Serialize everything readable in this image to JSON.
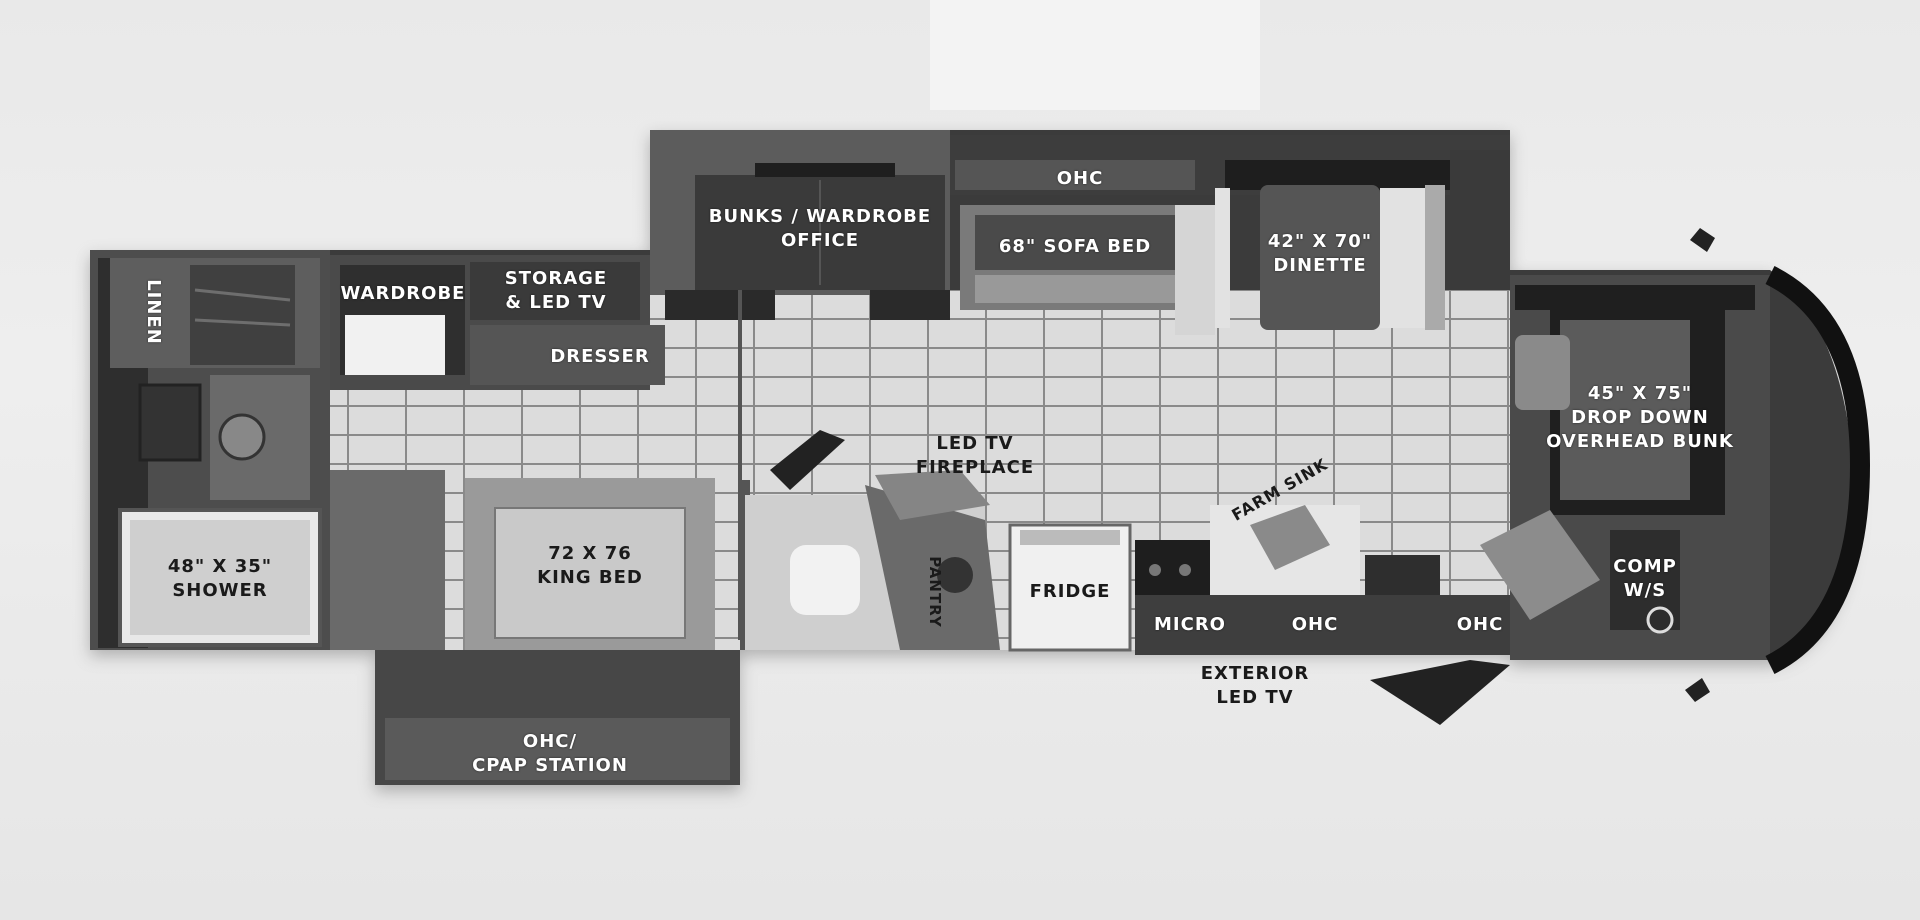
{
  "colors": {
    "background": "#e9e9e9",
    "wall": "#3d3d3d",
    "floor_tile": "#dcdcdc",
    "cabinet": "#5a5a5a",
    "label_light": "#ffffff",
    "label_dark": "#1a1a1a"
  },
  "icons": [
    "sink-icon",
    "toilet-icon",
    "steering-wheel-icon",
    "chair-icon",
    "mirror-icon",
    "burner-icon"
  ],
  "labels": {
    "linen": "LINEN",
    "wardrobe": "WARDROBE",
    "storage_led_tv": "STORAGE\n& LED TV",
    "dresser": "DRESSER",
    "shower": "48\" X 35\"\nSHOWER",
    "king_bed": "72 X 76\nKING BED",
    "ohc_cpap": "OHC/\nCPAP STATION",
    "bunks_office": "BUNKS / WARDROBE\nOFFICE",
    "ohc_top": "OHC",
    "sofa_bed": "68\" SOFA BED",
    "dinette": "42\" X 70\"\nDINETTE",
    "led_tv_fireplace": "LED TV\nFIREPLACE",
    "pantry": "PANTRY",
    "fridge": "FRIDGE",
    "farm_sink": "FARM SINK",
    "micro": "MICRO",
    "ohc_mid": "OHC",
    "ohc_right": "OHC",
    "exterior_led_tv": "EXTERIOR\nLED TV",
    "overhead_bunk": "45\" X 75\"\nDROP DOWN\nOVERHEAD BUNK",
    "comp_ws": "COMP\nW/S"
  }
}
